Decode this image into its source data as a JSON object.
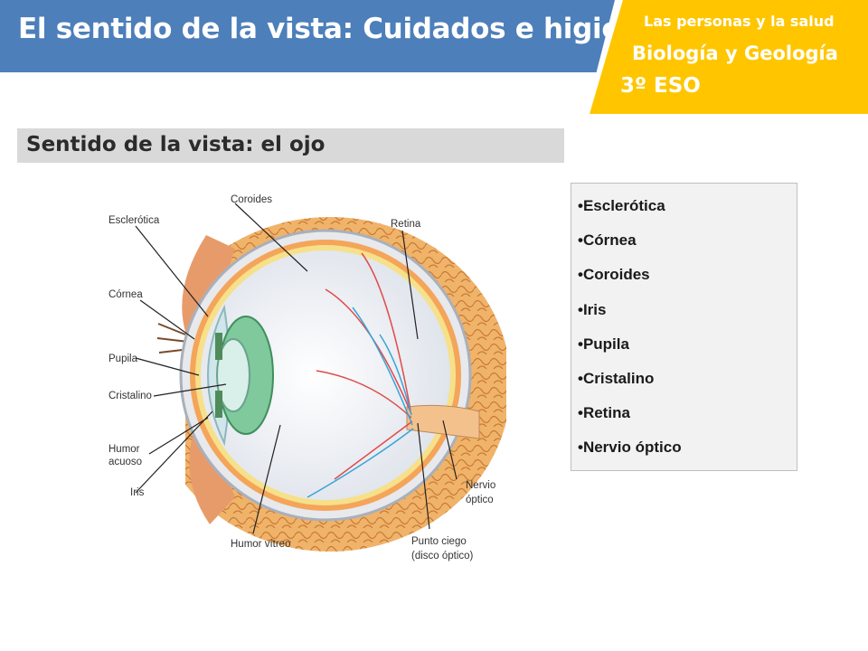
{
  "header": {
    "title": "El sentido de la vista: Cuidados e higiene.",
    "topic": "Las personas y la salud",
    "subject": "Biología y Geología",
    "course": "3º ESO"
  },
  "section": {
    "title": "Sentido de la vista: el ojo"
  },
  "diagram": {
    "labels": {
      "esclerotica": "Esclerótica",
      "coroides": "Coroides",
      "retina": "Retina",
      "cornea": "Córnea",
      "pupila": "Pupila",
      "cristalino": "Cristalino",
      "humor_acuoso_1": "Humor",
      "humor_acuoso_2": "acuoso",
      "iris": "Iris",
      "humor_vitreo": "Humor vítreo",
      "nervio_optico_1": "Nervio",
      "nervio_optico_2": "óptico",
      "punto_ciego_1": "Punto ciego",
      "punto_ciego_2": "(disco óptico)"
    }
  },
  "parts_list": [
    "Esclerótica",
    "Córnea",
    "Coroides",
    "Iris",
    "Pupila",
    "Cristalino",
    "Retina",
    "Nervio óptico"
  ],
  "colors": {
    "header_blue": "#4d7fba",
    "header_yellow": "#ffc600",
    "section_gray": "#d9d9d9"
  }
}
